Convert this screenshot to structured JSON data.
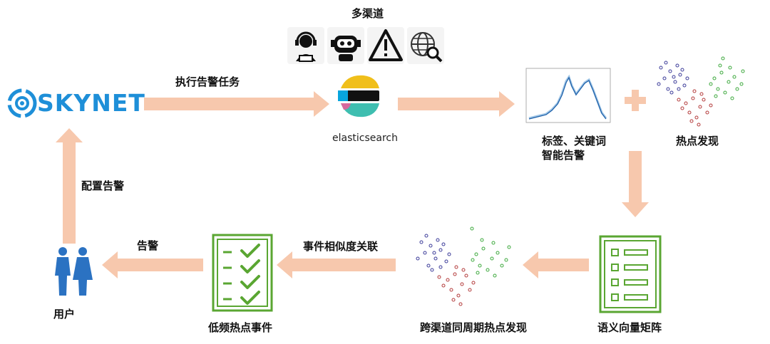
{
  "channels": {
    "title": "多渠道",
    "icons": [
      "customer-service-icon",
      "robot-icon",
      "warning-icon",
      "web-search-icon"
    ]
  },
  "brand": {
    "logo_text": "SKYNET",
    "accent_color": "#1e8fd8"
  },
  "elasticsearch": {
    "label": "elasticsearch"
  },
  "flow": {
    "arrow_color": "#f7c8ad",
    "exec_alert_task": "执行告警任务",
    "tag_keyword_alert_line1": "标签、关键词",
    "tag_keyword_alert_line2": "智能告警",
    "hotspot_discovery": "热点发现",
    "semantic_vector_matrix": "语义向量矩阵",
    "event_similarity_link": "事件相似度关联",
    "cross_channel_hotspot": "跨渠道同周期热点发现",
    "low_freq_events": "低频热点事件",
    "alert": "告警",
    "config_alert": "配置告警",
    "user": "用户"
  },
  "cluster_colors": [
    "#3b3b99",
    "#b33a3a",
    "#3ca83c"
  ]
}
